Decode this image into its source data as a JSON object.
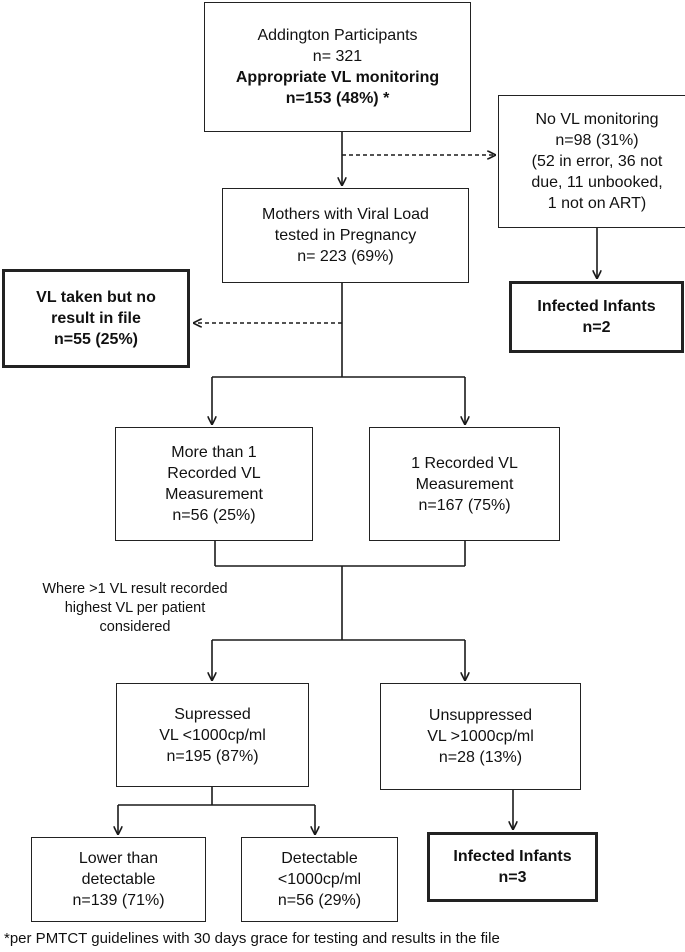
{
  "boxes": {
    "addington": {
      "line1": "Addington Participants",
      "line2": "n= 321",
      "line3": "Appropriate VL monitoring",
      "line4": "n=153 (48%) *"
    },
    "no_vl": {
      "line1": "No VL monitoring",
      "line2": "n=98 (31%)",
      "line3": "(52 in error, 36 not",
      "line4": "due, 11 unbooked,",
      "line5": "1 not on ART)"
    },
    "infected_top": {
      "line1": "Infected Infants",
      "line2": "n=2"
    },
    "mothers": {
      "line1": "Mothers with Viral Load",
      "line2": "tested in Pregnancy",
      "line3": "n= 223 (69%)"
    },
    "vl_no_result": {
      "line1": "VL taken but no",
      "line2": "result in file",
      "line3": "n=55  (25%)"
    },
    "more_than_one": {
      "line1": "More than 1",
      "line2": "Recorded VL",
      "line3": "Measurement",
      "line4": "n=56 (25%)"
    },
    "one_recorded": {
      "line1": "1 Recorded VL",
      "line2": "Measurement",
      "line3": "n=167 (75%)"
    },
    "suppressed": {
      "line1": "Supressed",
      "line2": "VL <1000cp/ml",
      "line3": "n=195 (87%)"
    },
    "unsuppressed": {
      "line1": "Unsuppressed",
      "line2": "VL >1000cp/ml",
      "line3": "n=28 (13%)"
    },
    "lower": {
      "line1": "Lower than",
      "line2": "detectable",
      "line3": "n=139 (71%)"
    },
    "detectable": {
      "line1": "Detectable",
      "line2": "<1000cp/ml",
      "line3": "n=56 (29%)"
    },
    "infected_bottom": {
      "line1": "Infected Infants",
      "line2": "n=3"
    }
  },
  "note": {
    "line1": "Where >1 VL result recorded",
    "line2": "highest VL per patient",
    "line3": "considered"
  },
  "footnote": "*per PMTCT guidelines with 30 days grace for testing and results in the file",
  "colors": {
    "line": "#1a1a1a",
    "border": "#222222",
    "text": "#111111"
  }
}
